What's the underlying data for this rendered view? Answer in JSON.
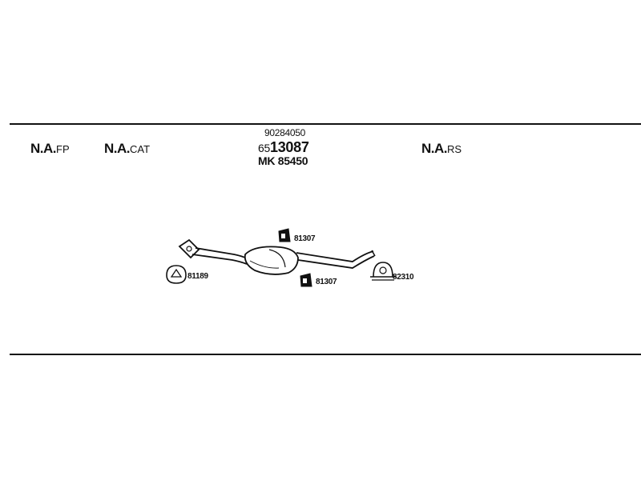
{
  "header": {
    "fp": {
      "main": "N.A.",
      "suffix": "FP"
    },
    "cat": {
      "main": "N.A.",
      "suffix": "CAT"
    },
    "rs": {
      "main": "N.A.",
      "suffix": "RS"
    },
    "oe_number": "90284050",
    "part_prefix": "65",
    "part_number": "13087",
    "mk_number": "MK 85450"
  },
  "parts": {
    "rubber_mount_top": "81307",
    "rubber_mount_bottom": "81307",
    "gasket": "81189",
    "clamp": "82310"
  }
}
